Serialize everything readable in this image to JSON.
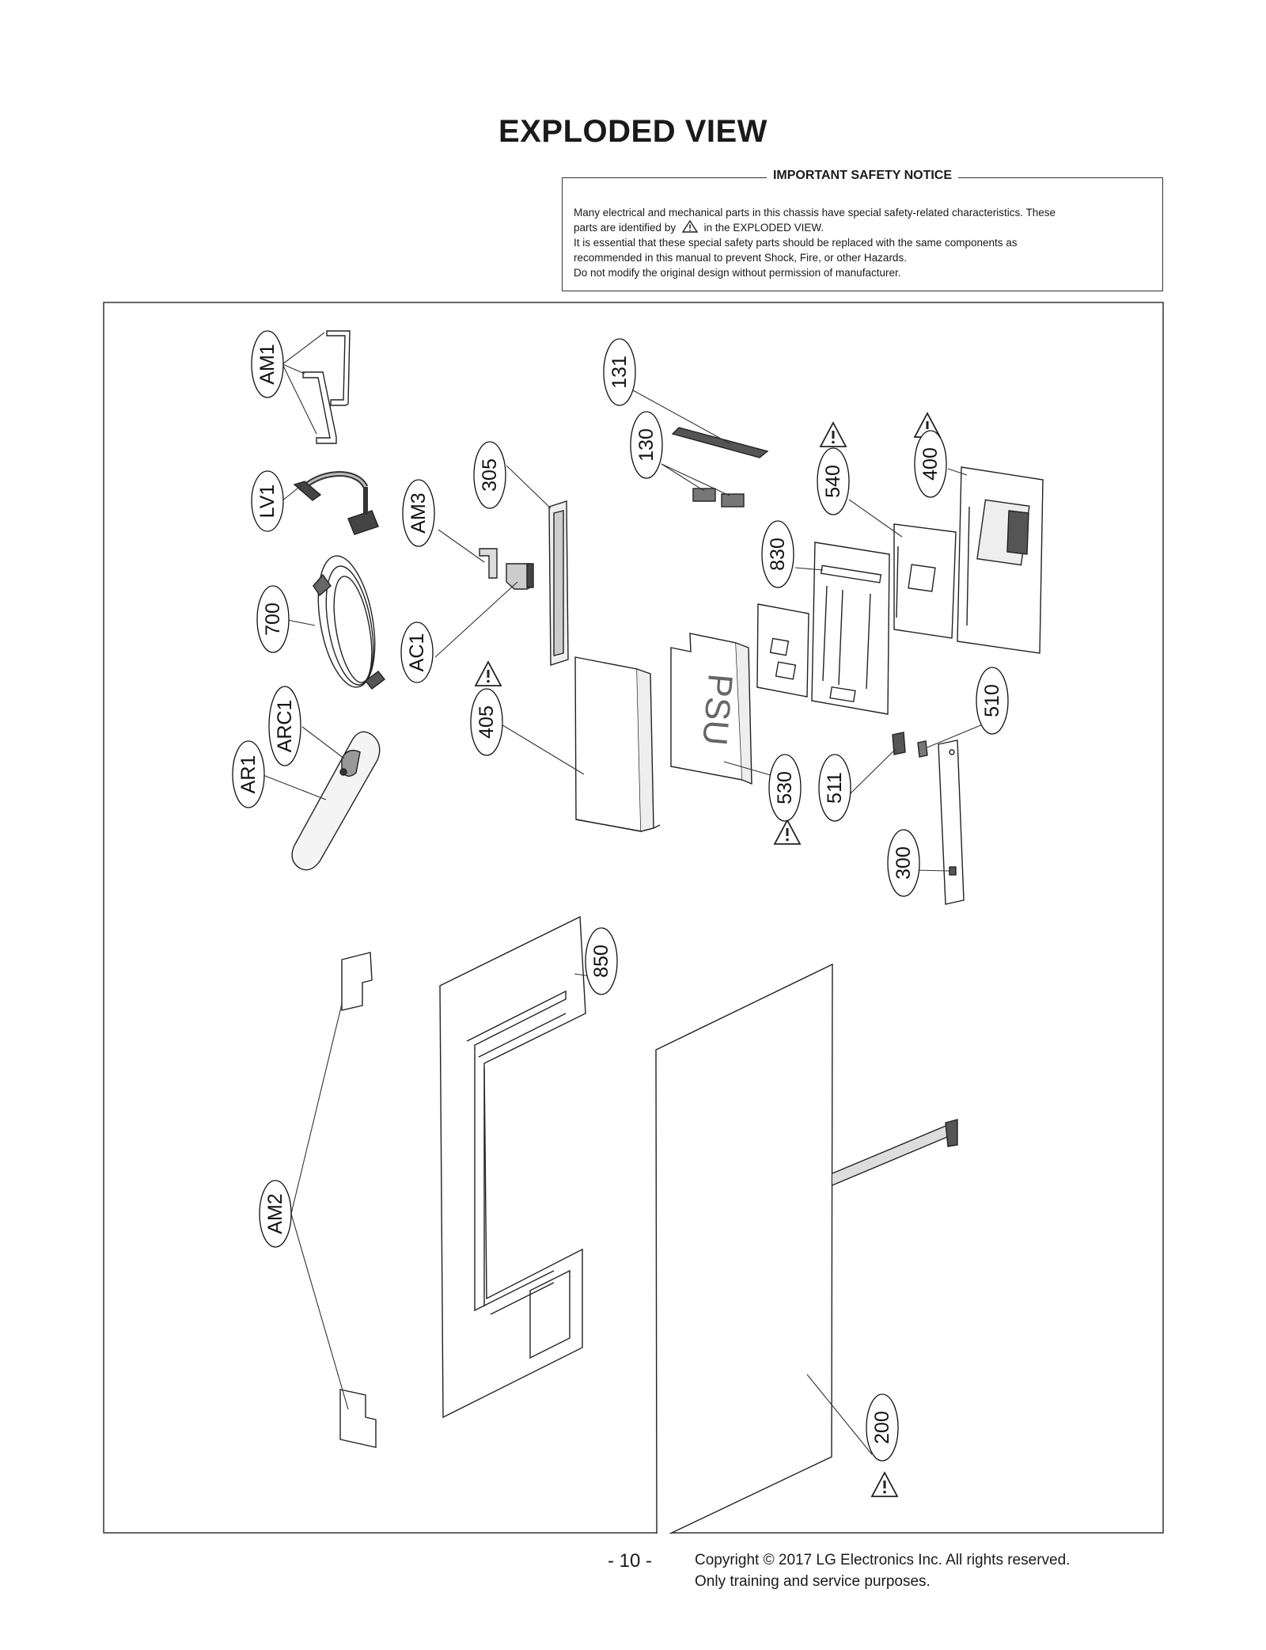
{
  "title": "EXPLODED VIEW",
  "notice": {
    "heading": "IMPORTANT SAFETY NOTICE",
    "line1": "Many electrical and mechanical parts in this chassis have special safety-related characteristics. These",
    "line2a": "parts are identified by",
    "line2b": "in the EXPLODED VIEW.",
    "line3": "It is essential that these special safety parts should be replaced with the same components as",
    "line4": "recommended in this manual to prevent Shock, Fire, or other Hazards.",
    "line5": "Do not modify the original design without permission of manufacturer."
  },
  "parts": {
    "am1": "AM1",
    "lv1": "LV1",
    "p700": "700",
    "arc1": "ARC1",
    "ar1": "AR1",
    "am3": "AM3",
    "ac1": "AC1",
    "p305": "305",
    "p405": "405",
    "p131": "131",
    "p130": "130",
    "p540": "540",
    "p400": "400",
    "p830": "830",
    "p530": "530",
    "p511": "511",
    "p510": "510",
    "p300": "300",
    "p850": "850",
    "am2": "AM2",
    "p200": "200"
  },
  "psu_label": "PSU",
  "footer": {
    "page": "- 10 -",
    "copyright": "Copyright © 2017 LG Electronics Inc. All rights reserved.",
    "usage": "Only training and service purposes."
  }
}
